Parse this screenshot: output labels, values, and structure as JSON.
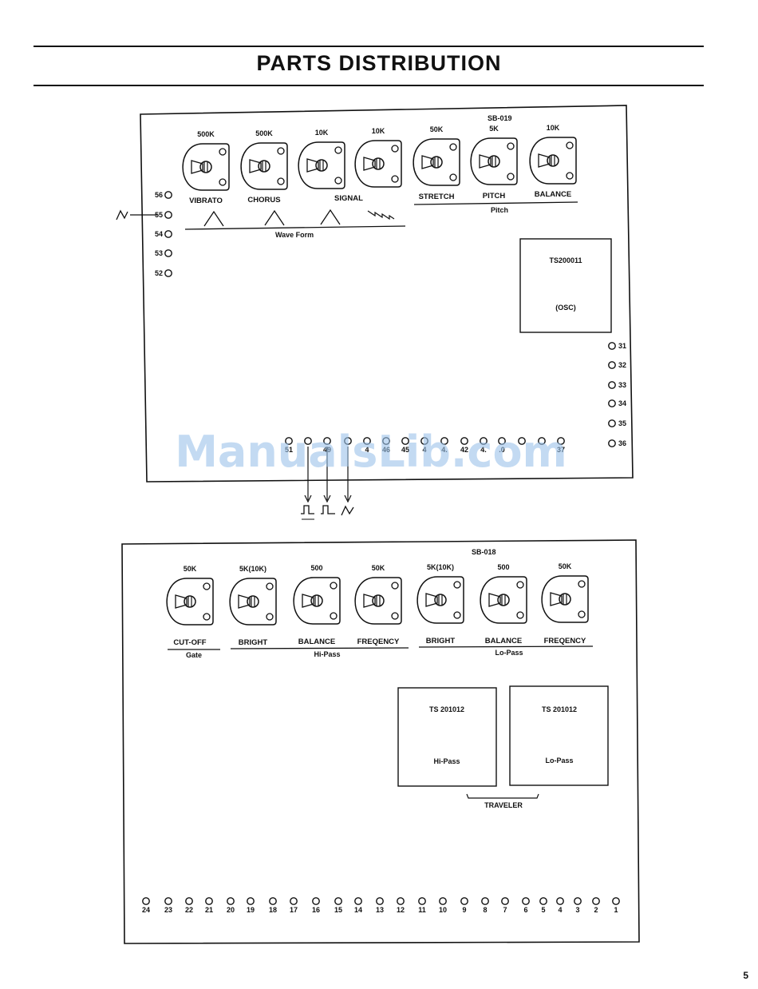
{
  "title": "PARTS DISTRIBUTION",
  "page_number": "5",
  "watermark": "ManualsLib.com",
  "board_top": {
    "id": "SB-019",
    "pots": [
      {
        "value": "500K",
        "name": "VIBRATO"
      },
      {
        "value": "500K",
        "name": "CHORUS"
      },
      {
        "value": "10K",
        "name": ""
      },
      {
        "value": "10K",
        "name": "SIGNAL"
      },
      {
        "value": "50K",
        "name": "STRETCH"
      },
      {
        "value": "5K",
        "name": "PITCH"
      },
      {
        "value": "10K",
        "name": "BALANCE"
      }
    ],
    "group_wave_form": "Wave Form",
    "group_pitch": "Pitch",
    "module": {
      "part": "TS200011",
      "function": "(OSC)"
    },
    "left_terminals": [
      "56",
      "55",
      "54",
      "53",
      "52"
    ],
    "right_terminals": [
      "31",
      "32",
      "33",
      "34",
      "35",
      "36"
    ],
    "bottom_terminals": [
      "51",
      "",
      "49",
      "",
      "4",
      "46",
      "45",
      "4",
      "4.",
      "42",
      "4.",
      ".0",
      "",
      "",
      "37"
    ]
  },
  "board_bottom": {
    "id": "SB-018",
    "pots": [
      {
        "value": "50K",
        "name": "CUT-OFF"
      },
      {
        "value": "5K(10K)",
        "name": "BRIGHT"
      },
      {
        "value": "500",
        "name": "BALANCE"
      },
      {
        "value": "50K",
        "name": "FREQENCY"
      },
      {
        "value": "5K(10K)",
        "name": "BRIGHT"
      },
      {
        "value": "500",
        "name": "BALANCE"
      },
      {
        "value": "50K",
        "name": "FREQENCY"
      }
    ],
    "group_gate": "Gate",
    "group_hipass": "Hi-Pass",
    "group_lopass": "Lo-Pass",
    "module_hipass": {
      "part": "TS 201012",
      "function": "Hi-Pass"
    },
    "module_lopass": {
      "part": "TS 201012",
      "function": "Lo-Pass"
    },
    "traveler": "TRAVELER",
    "terminals": [
      "24",
      "23",
      "22",
      "21",
      "20",
      "19",
      "18",
      "17",
      "16",
      "15",
      "14",
      "13",
      "12",
      "11",
      "10",
      "9",
      "8",
      "7",
      "6",
      "5",
      "4",
      "3",
      "2",
      "1"
    ]
  },
  "colors": {
    "ink": "#111111",
    "watermark": "#9cc3ea"
  }
}
